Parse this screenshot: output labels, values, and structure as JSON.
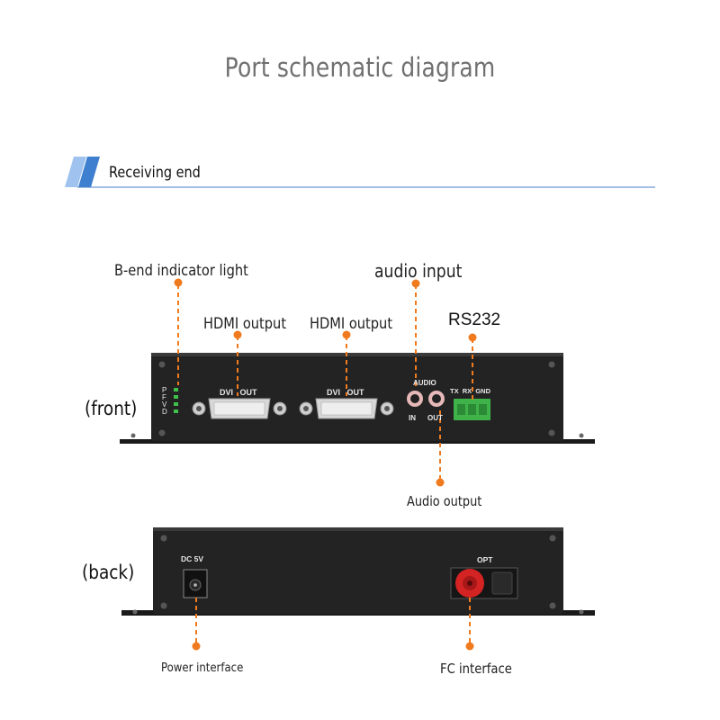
{
  "title": "Port schematic diagram",
  "section": {
    "label": "Receiving end"
  },
  "front": {
    "side_label": "(front)",
    "indicator_letters": [
      "P",
      "F",
      "V",
      "D"
    ],
    "dvi_port_label": "DVI   OUT",
    "audio_header": "AUDIO",
    "audio_in_label": "IN",
    "audio_out_label": "OUT",
    "rs232_pins_label": "TX  RX  GND"
  },
  "back": {
    "side_label": "(back)",
    "dc_label": "DC 5V",
    "opt_label": "OPT"
  },
  "callouts": {
    "b_end_indicator": "B-end indicator light",
    "audio_input": "audio input",
    "hdmi_output_1": "HDMI output",
    "hdmi_output_2": "HDMI output",
    "rs232": "RS232",
    "audio_output": "Audio output",
    "power_interface": "Power interface",
    "fc_interface": "FC interface"
  },
  "colors": {
    "accent_orange": "#f07a1e",
    "section_blue": "#3f7fcf",
    "device_body": "#232323",
    "terminal_green": "#3fb24a",
    "fc_red": "#d42323"
  }
}
